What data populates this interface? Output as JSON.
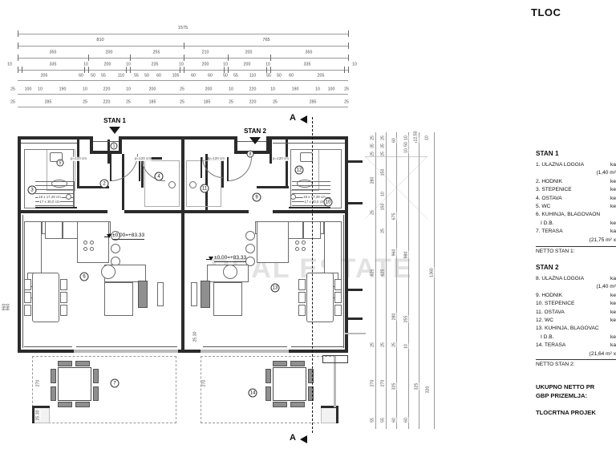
{
  "sheet": {
    "title": "TLOC"
  },
  "watermark": {
    "text": "REAL ESTATE"
  },
  "plan": {
    "apartment_markers": [
      {
        "label": "STAN 1"
      },
      {
        "label": "STAN 2"
      }
    ],
    "level_marks": [
      {
        "text": "±0.00=+83.33"
      },
      {
        "text": "±0.00=+83.33"
      }
    ],
    "section_marks": [
      {
        "letter": "A"
      },
      {
        "letter": "A"
      }
    ],
    "room_numbers": [
      "1",
      "2",
      "3",
      "4",
      "5",
      "6",
      "7",
      "8",
      "9",
      "10",
      "11",
      "12",
      "13",
      "14"
    ],
    "door_notes": [
      "p=120 cm",
      "p=120 cm",
      "p=120 cm",
      "p=120 cm"
    ],
    "door_sizes": [
      "71\n220",
      "71\n220",
      "91\n220",
      "91\n220",
      "81\n220",
      "81\n220"
    ],
    "stair_notes": [
      "18 x 17,28 cm",
      "17 x 30,0 cm",
      "18 x 17,28 cm",
      "17 x 30,0 cm"
    ],
    "terrace_dims": [
      "270",
      "270",
      "25.30",
      "25.30"
    ],
    "dim_top": {
      "row1": [
        "1575"
      ],
      "row2": [
        "810",
        "765"
      ],
      "row3": [
        "355",
        "200",
        "255",
        "210",
        "200",
        "355"
      ],
      "row4": [
        "10",
        "335",
        "10",
        "200",
        "10",
        "235",
        "10",
        "200",
        "10",
        "200",
        "10",
        "335",
        "10"
      ],
      "row5": [
        "205",
        "60",
        "50",
        "55",
        "110",
        "55",
        "50",
        "60",
        "105",
        "60",
        "60",
        "50",
        "55",
        "110",
        "55",
        "50",
        "60",
        "205"
      ],
      "row6": [
        "25",
        "100",
        "10",
        "190",
        "10",
        "220",
        "10",
        "200",
        "25",
        "200",
        "10",
        "220",
        "10",
        "190",
        "10",
        "100",
        "25"
      ],
      "row7": [
        "25",
        "285",
        "25",
        "220",
        "25",
        "185",
        "25",
        "185",
        "25",
        "220",
        "25",
        "285",
        "25"
      ]
    },
    "dim_right": {
      "colA": [
        "25",
        "35",
        "25",
        "280",
        "25",
        "625",
        "25",
        "270",
        "55"
      ],
      "colB": [
        "25",
        "35",
        "25",
        "150",
        "10",
        "150",
        "25",
        "625",
        "25",
        "270",
        "55"
      ],
      "colC": [
        "60",
        "675",
        "960",
        "280",
        "25",
        "325",
        "60"
      ],
      "colD": [
        "10",
        "50",
        "10",
        "980",
        "255",
        "10",
        "60"
      ],
      "colE": [
        "60",
        "1360",
        "325",
        "320"
      ],
      "colF": [
        "12,50"
      ],
      "colG": [
        "10"
      ]
    },
    "dim_left": [
      "960",
      "960"
    ]
  },
  "legend": {
    "stan1": {
      "heading": "STAN 1",
      "rows": [
        {
          "name": "1. ULAZNA LOGGIA",
          "value": "ka"
        },
        {
          "name": "2. HODNIK",
          "value": "ke"
        },
        {
          "name": "3. STEPENICE",
          "value": "ke"
        },
        {
          "name": "4. OSTAVA",
          "value": "ke"
        },
        {
          "name": "5. WC",
          "value": "ke"
        },
        {
          "name": "6. KUHINJA, BLAGOVAON",
          "value": ""
        },
        {
          "name": "I D.B.",
          "value": "ke",
          "indent": true
        },
        {
          "name": "7. TERASA",
          "value": "ka"
        }
      ],
      "sub1": "(1,40 m²",
      "sub2": "(21,75 m² x",
      "total": "NETTO STAN 1:"
    },
    "stan2": {
      "heading": "STAN 2",
      "rows": [
        {
          "name": "8. ULAZNA LOGGIA",
          "value": "ka"
        },
        {
          "name": "9. HODNIK",
          "value": "ke"
        },
        {
          "name": "10. STEPENICE",
          "value": "ke"
        },
        {
          "name": "11. OSTAVA",
          "value": "ke"
        },
        {
          "name": "12. WC",
          "value": "ke"
        },
        {
          "name": "13. KUHINJA, BLAGOVAC",
          "value": ""
        },
        {
          "name": "I D.B.",
          "value": "ke",
          "indent": true
        },
        {
          "name": "14. TERASA",
          "value": "ka"
        }
      ],
      "sub1": "(1,40 m²",
      "sub2": "(21,64 m² x",
      "total": "NETTO STAN 2:"
    },
    "summary": {
      "line1": "UKUPNO NETTO PR",
      "line2": "GBP PRIZEMLJA:",
      "line3": "TLOCRTNA PROJEK"
    }
  }
}
